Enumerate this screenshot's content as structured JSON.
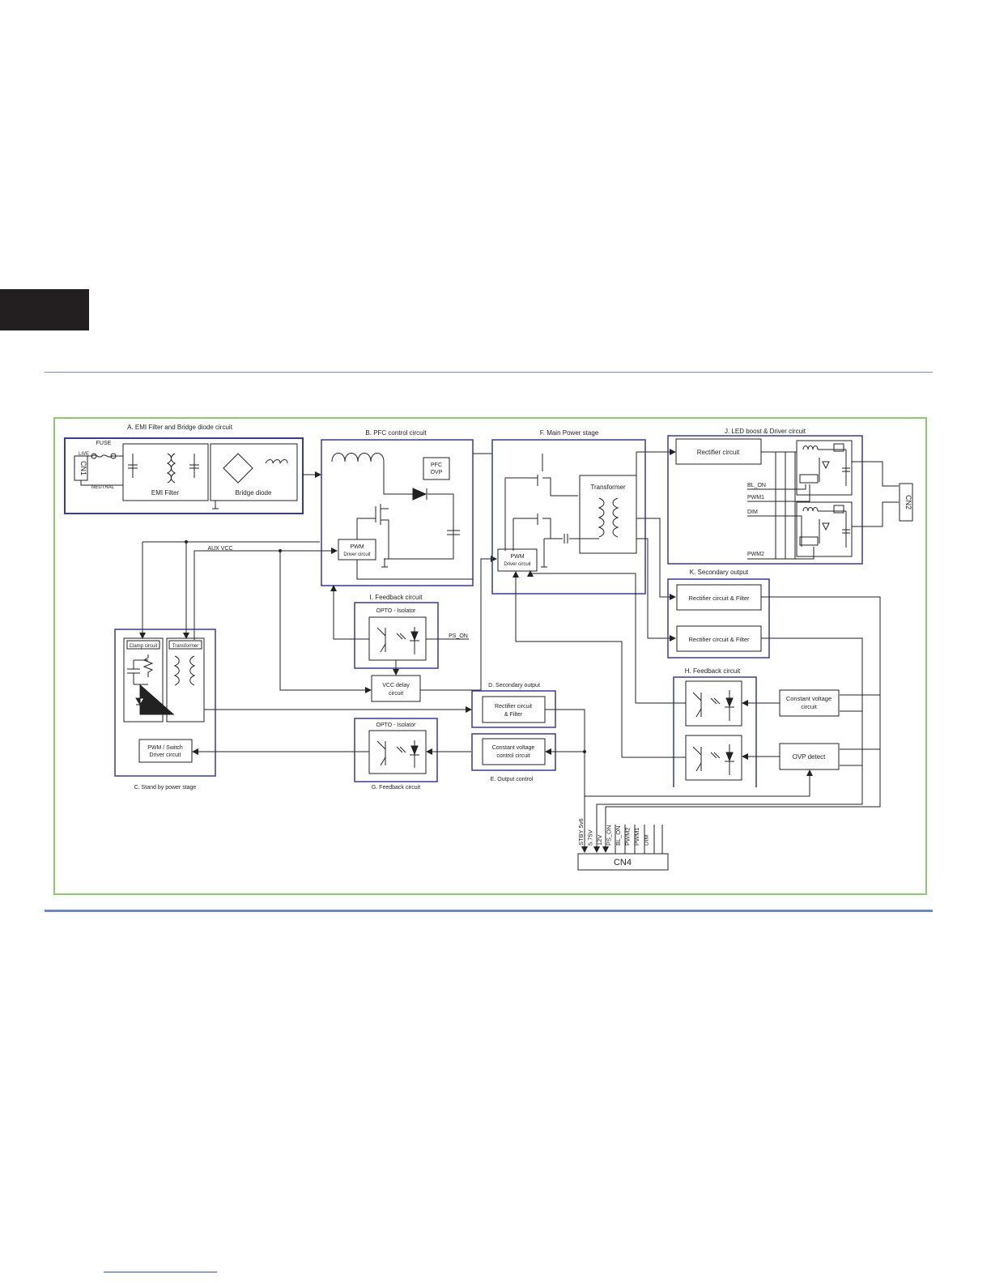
{
  "sections": {
    "a": "A. EMI Filter and Bridge diode circuit",
    "b": "B. PFC control circuit",
    "c": "C. Stand by power stage",
    "d": "D. Secondary output",
    "e": "E. Output control",
    "f": "F. Main Power stage",
    "g": "G. Feedback circuit",
    "h": "H. Feedback circuit",
    "i": "I. Feedback circuit",
    "j": "J. LED boost & Driver circuit",
    "k": "K. Secondary output"
  },
  "labels": {
    "fuse": "FUSE",
    "live": "LIVE",
    "neutral": "NEUTRAL",
    "cn1": "CN1",
    "emi_filter": "EMI Filter",
    "bridge_diode": "Bridge diode",
    "pfc_ovp_1": "PFC",
    "pfc_ovp_2": "OVP",
    "pwm": "PWM",
    "driver_circuit": "Driver circuit",
    "aux_vcc": "AUX VCC",
    "opto_isolator": "OPTO - Isolator",
    "ps_on": "PS_ON",
    "vcc_delay_1": "VCC delay",
    "vcc_delay_2": "circuit",
    "clamp_circuit": "Clamp circuit",
    "transformer_small": "Transformer",
    "pwm_switch_1": "PWM / Switch",
    "pwm_switch_2": "Driver circuit",
    "rect_filter_1": "Rectifier circuit",
    "rect_filter_2": "& Filter",
    "cv_control_1": "Constant voltage",
    "cv_control_2": "control circuit",
    "transformer": "Transformer",
    "rectifier_circuit": "Rectifier circuit",
    "rect_filter_k": "Rectifier circuit & Filter",
    "bl_on": "BL_ON",
    "pwm1": "PWM1",
    "dim": "DIM",
    "pwm2": "PWM2",
    "cn2": "CN2",
    "cv_circuit_1": "Constant voltage",
    "cv_circuit_2": "circuit",
    "ovp_detect": "OVP detect",
    "cn4": "CN4"
  },
  "cn4_pins": [
    "STBY 5v6",
    "5.75V",
    "12V",
    "PS_ON",
    "BL_ON",
    "PWM2",
    "PWM1",
    "DIM"
  ]
}
